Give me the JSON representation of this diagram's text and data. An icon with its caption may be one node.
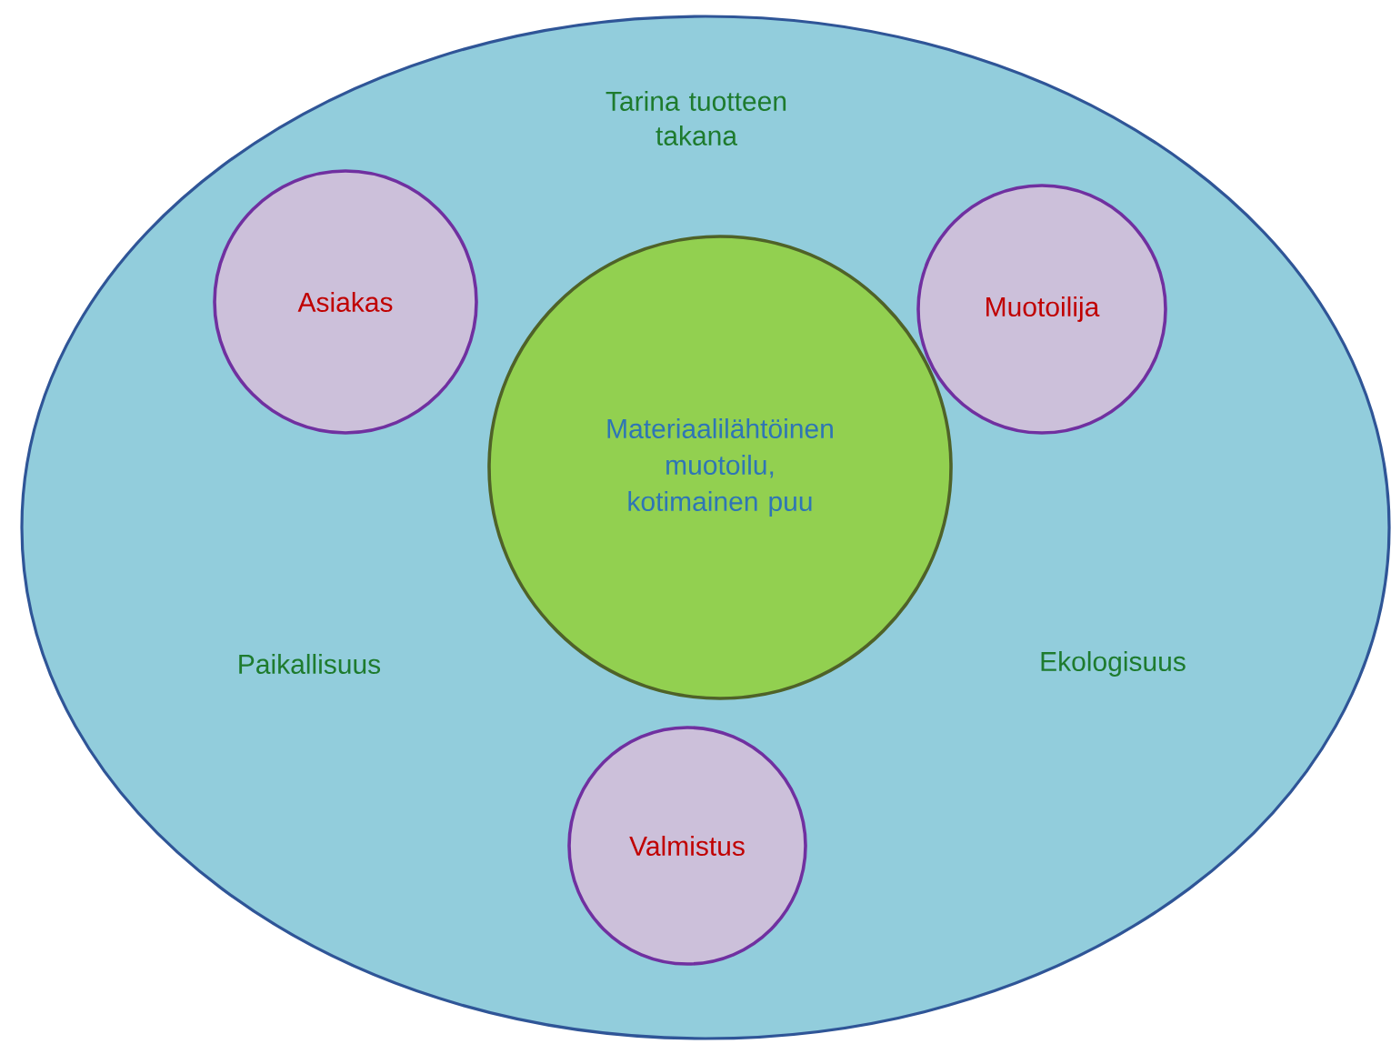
{
  "diagram": {
    "nodes": [
      {
        "text": [
          "Tarina tuotteen takana",
          "Paikallisuus",
          "Ekologisuus"
        ]
      },
      {
        "text": [
          "Asiakas"
        ],
        "in": 0
      },
      {
        "text": [
          "Muotoilija"
        ],
        "in": 0
      },
      {
        "text": [
          "Materiaalilähtöinen muotoilu, kotimainen puu"
        ],
        "in": 0
      },
      {
        "text": [
          "Valmistus"
        ],
        "in": 0
      }
    ]
  }
}
